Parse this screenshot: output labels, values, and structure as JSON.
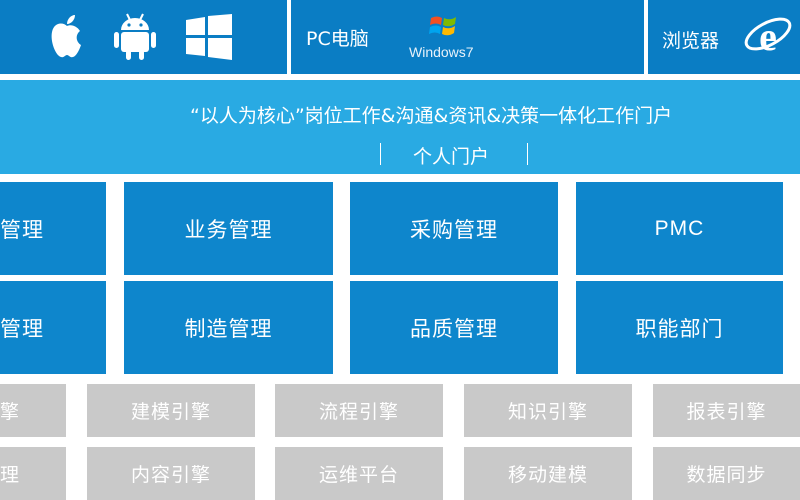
{
  "top_bar": {
    "pc_label": "PC电脑",
    "windows_logo_text": "Windows7",
    "browser_label": "浏览器"
  },
  "banner": {
    "tagline": "“以人为核心”岗位工作&沟通&资讯&决策一体化工作门户",
    "portal": "个人门户"
  },
  "modules": {
    "row1": [
      "管理",
      "业务管理",
      "采购管理",
      "PMC"
    ],
    "row2": [
      "管理",
      "制造管理",
      "品质管理",
      "职能部门"
    ]
  },
  "engines": {
    "row1": [
      "擎",
      "建模引擎",
      "流程引擎",
      "知识引擎",
      "报表引擎"
    ],
    "row2": [
      "理",
      "内容引擎",
      "运维平台",
      "移动建模",
      "数据同步"
    ]
  },
  "colors": {
    "dark_blue": "#0a7dc4",
    "light_blue": "#29aae3",
    "grey": "#c9c9c9"
  }
}
